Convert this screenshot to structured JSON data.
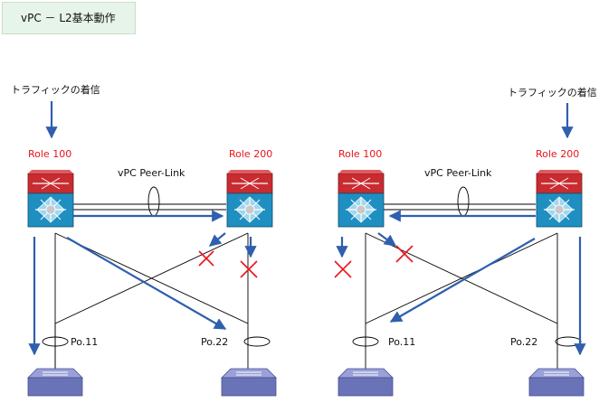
{
  "title": "vPC － L2基本動作",
  "left": {
    "incoming_label": "トラフィックの着信",
    "role_left": "Role 100",
    "role_right": "Role 200",
    "peer_link_label": "vPC Peer-Link",
    "po_left": "Po.11",
    "po_right": "Po.22"
  },
  "right": {
    "incoming_label": "トラフィックの着信",
    "role_left": "Role 100",
    "role_right": "Role 200",
    "peer_link_label": "vPC Peer-Link",
    "po_left": "Po.11",
    "po_right": "Po.22"
  },
  "colors": {
    "title_bg": "#e7f4e9",
    "traffic_arrow": "#2f5fae",
    "role_text": "#e8141b",
    "blocked_x": "#e8141b",
    "switch_top": "#c82b30",
    "switch_bottom": "#1f8fc2",
    "access_switch": "#6a73b8"
  }
}
